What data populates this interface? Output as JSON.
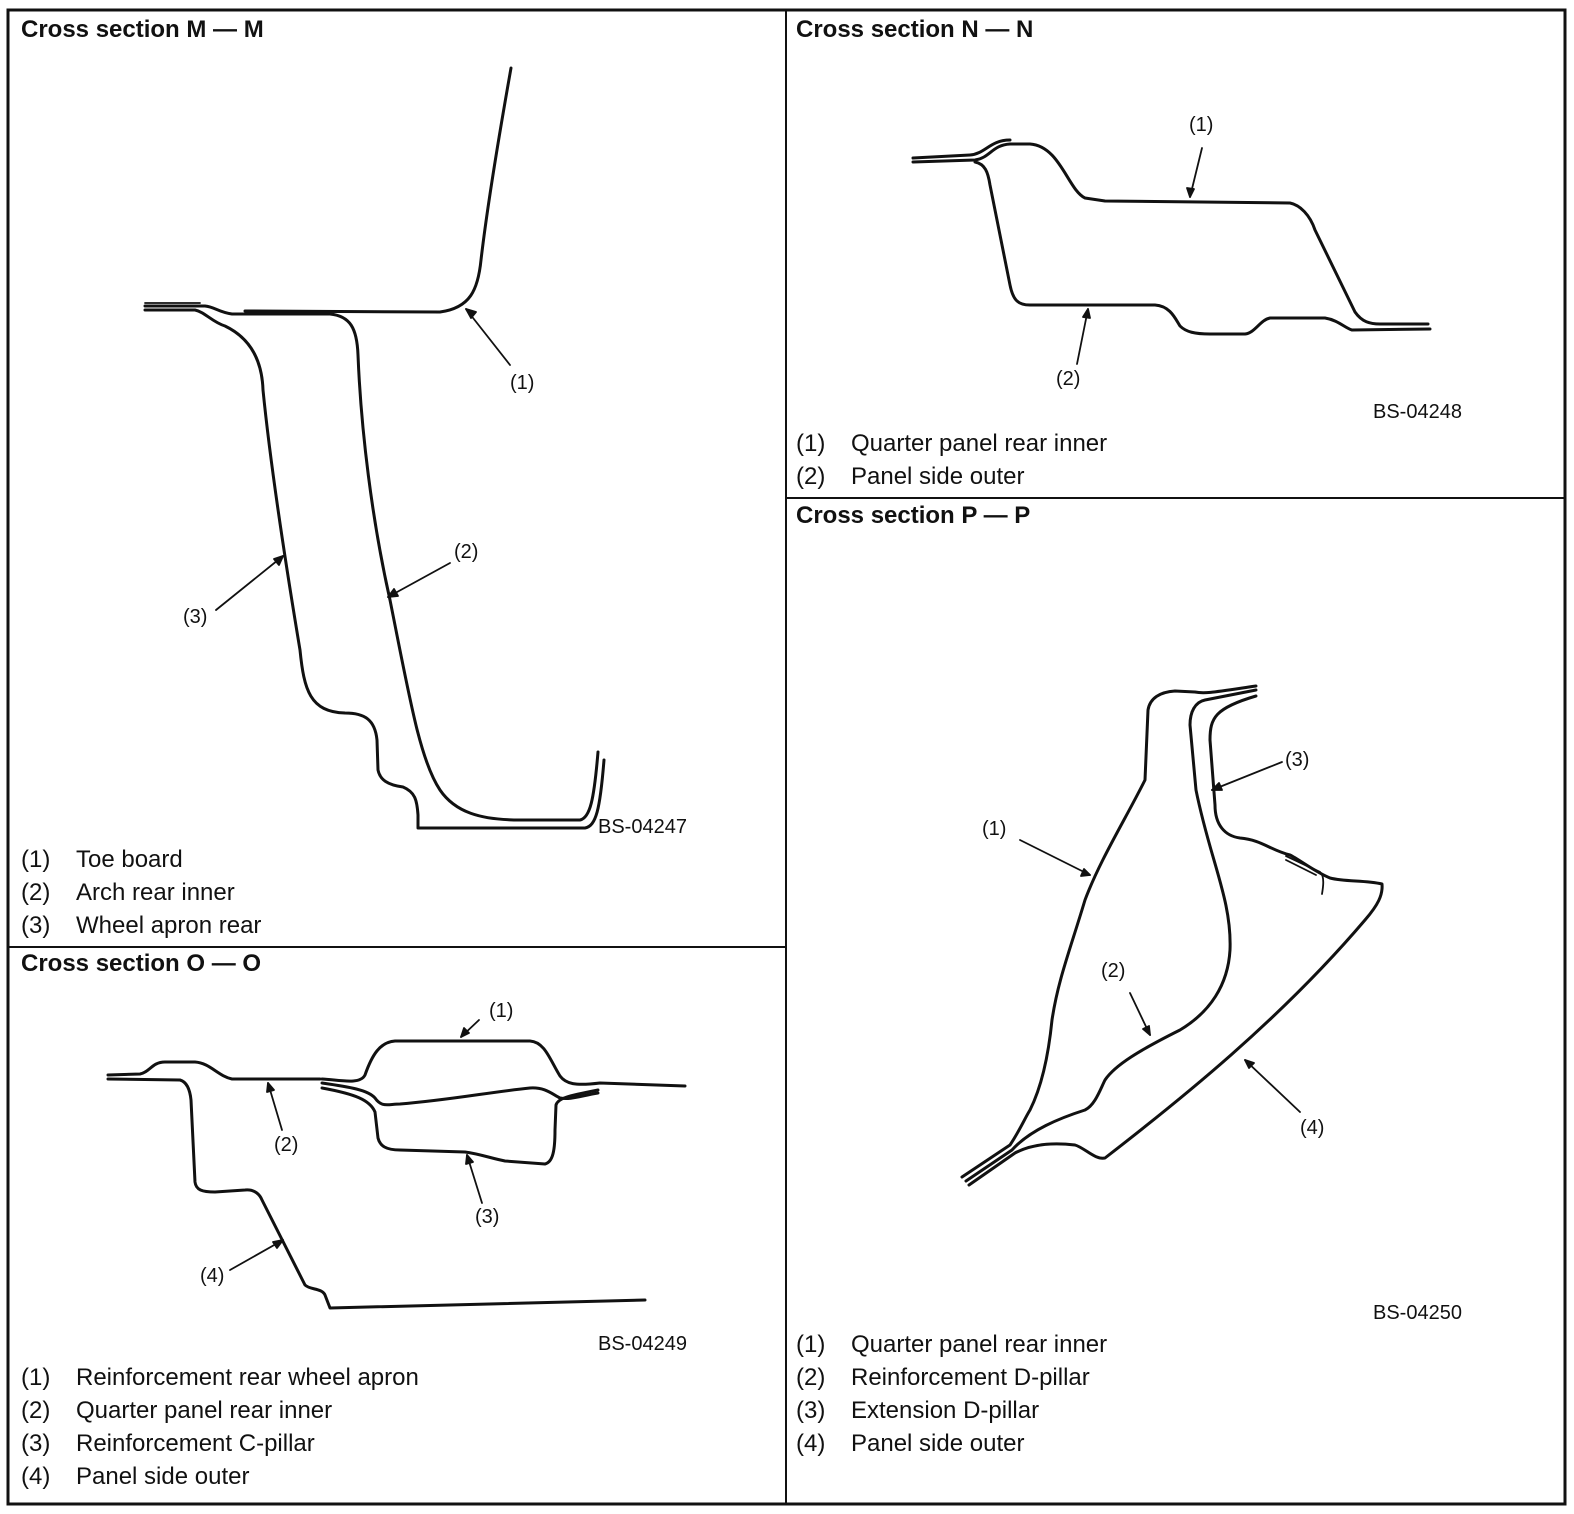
{
  "sections": [
    {
      "title": "Cross section M — M",
      "figure_code": "BS-04247",
      "callouts": [
        "(1)",
        "(2)",
        "(3)"
      ],
      "legend": [
        {
          "num": "(1)",
          "label": "Toe board"
        },
        {
          "num": "(2)",
          "label": "Arch rear inner"
        },
        {
          "num": "(3)",
          "label": "Wheel apron rear"
        }
      ]
    },
    {
      "title": "Cross section N — N",
      "figure_code": "BS-04248",
      "callouts": [
        "(1)",
        "(2)"
      ],
      "legend": [
        {
          "num": "(1)",
          "label": "Quarter panel rear inner"
        },
        {
          "num": "(2)",
          "label": "Panel side outer"
        }
      ]
    },
    {
      "title": "Cross section O — O",
      "figure_code": "BS-04249",
      "callouts": [
        "(1)",
        "(2)",
        "(3)",
        "(4)"
      ],
      "legend": [
        {
          "num": "(1)",
          "label": "Reinforcement rear wheel apron"
        },
        {
          "num": "(2)",
          "label": "Quarter panel rear inner"
        },
        {
          "num": "(3)",
          "label": "Reinforcement C-pillar"
        },
        {
          "num": "(4)",
          "label": "Panel side outer"
        }
      ]
    },
    {
      "title": "Cross section P — P",
      "figure_code": "BS-04250",
      "callouts": [
        "(1)",
        "(2)",
        "(3)",
        "(4)"
      ],
      "legend": [
        {
          "num": "(1)",
          "label": "Quarter panel rear inner"
        },
        {
          "num": "(2)",
          "label": "Reinforcement D-pillar"
        },
        {
          "num": "(3)",
          "label": "Extension D-pillar"
        },
        {
          "num": "(4)",
          "label": "Panel side outer"
        }
      ]
    }
  ]
}
